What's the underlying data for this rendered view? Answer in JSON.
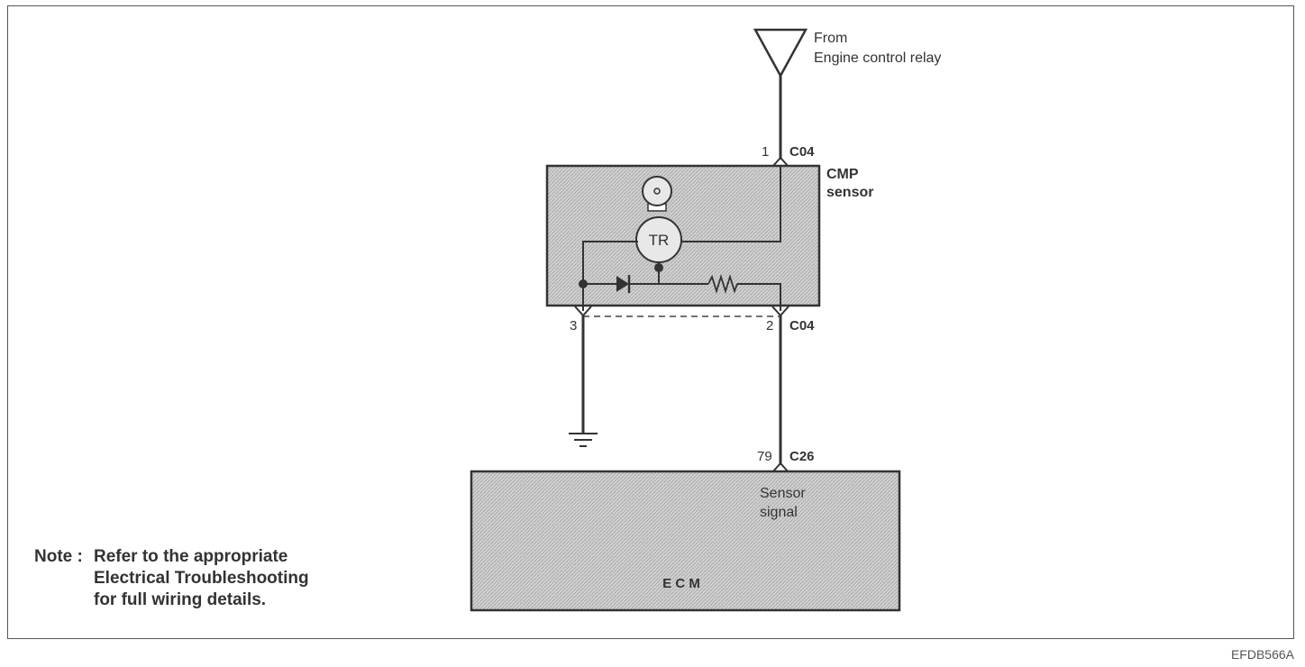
{
  "source": {
    "line1": "From",
    "line2": "Engine control relay"
  },
  "sensor": {
    "name_line1": "CMP",
    "name_line2": "sensor",
    "transistor_label": "TR"
  },
  "connectors": {
    "top": {
      "pin": "1",
      "code": "C04"
    },
    "bottom_left": {
      "pin": "3"
    },
    "bottom_right": {
      "pin": "2",
      "code": "C04"
    },
    "ecm": {
      "pin": "79",
      "code": "C26"
    }
  },
  "ecm": {
    "signal_line1": "Sensor",
    "signal_line2": "signal",
    "name": "E C M"
  },
  "note": {
    "head": "Note :",
    "line1": "Refer to the appropriate",
    "line2": "Electrical Troubleshooting",
    "line3": "for full wiring details."
  },
  "figure_code": "EFDB566A"
}
